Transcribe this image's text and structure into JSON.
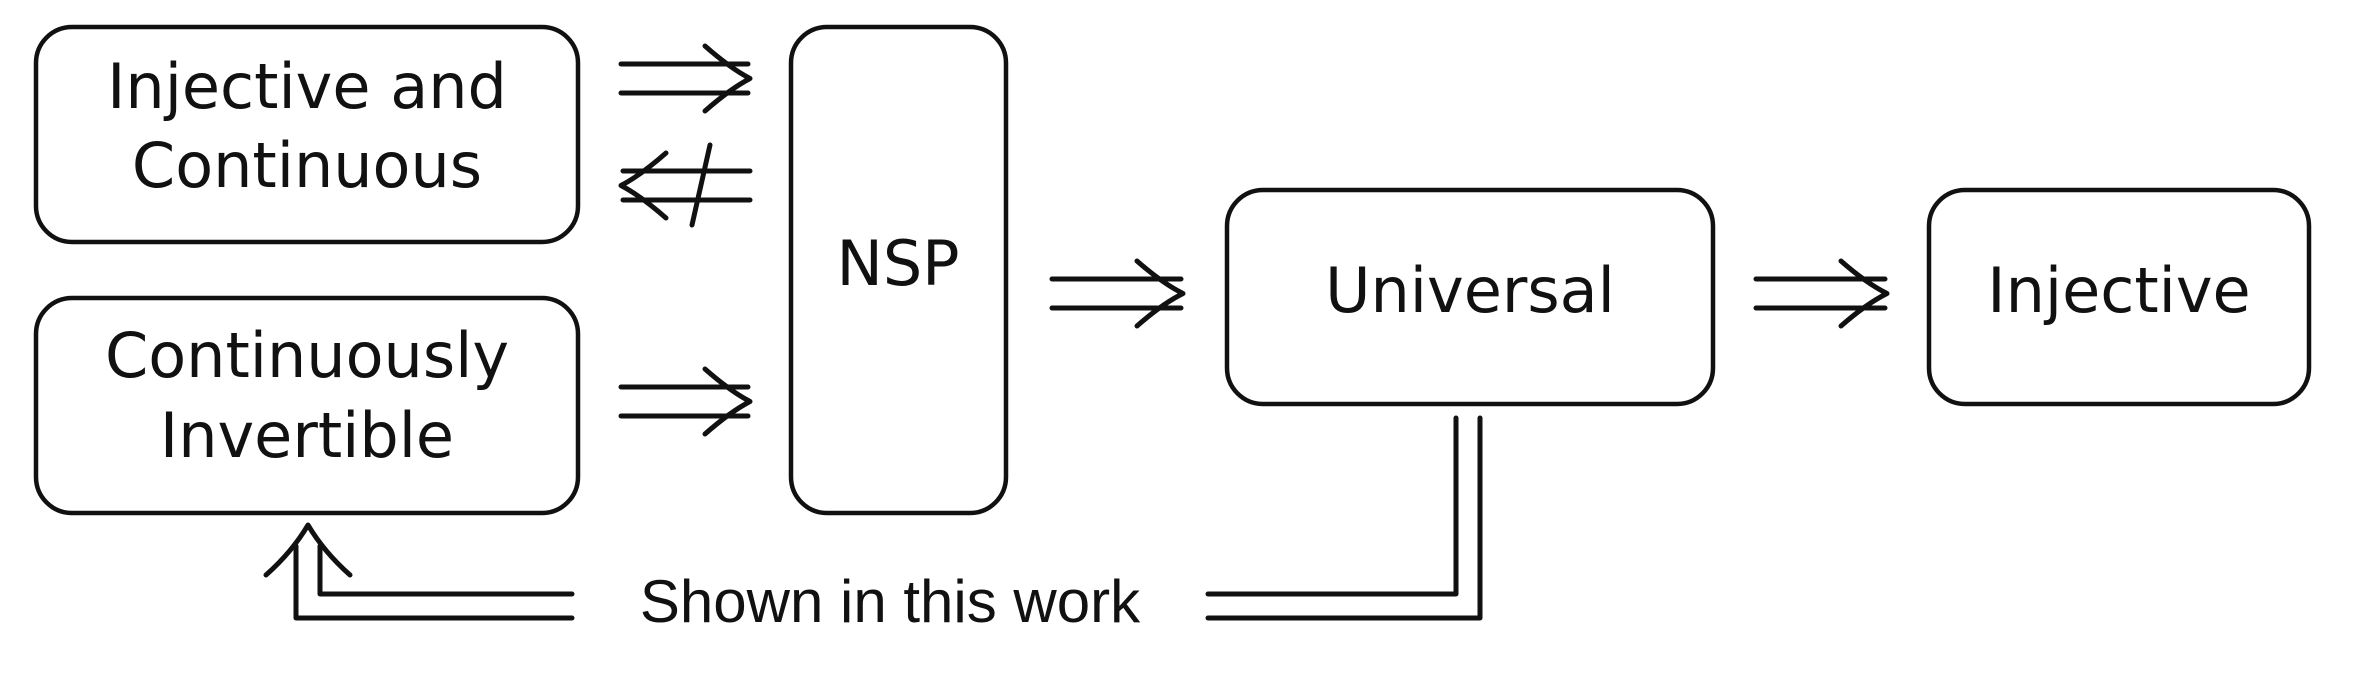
{
  "nodes": {
    "injective_continuous": {
      "line1": "Injective and",
      "line2": "Continuous"
    },
    "continuously_invertible": {
      "line1": "Continuously",
      "line2": "Invertible"
    },
    "nsp": {
      "label": "NSP"
    },
    "universal": {
      "label": "Universal"
    },
    "injective": {
      "label": "Injective"
    }
  },
  "edges": [
    {
      "from": "Injective and Continuous",
      "to": "NSP",
      "relation": "implies"
    },
    {
      "from": "NSP",
      "to": "Injective and Continuous",
      "relation": "does not imply"
    },
    {
      "from": "Continuously Invertible",
      "to": "NSP",
      "relation": "implies"
    },
    {
      "from": "NSP",
      "to": "Universal",
      "relation": "implies"
    },
    {
      "from": "Universal",
      "to": "Injective",
      "relation": "implies"
    },
    {
      "from": "Universal",
      "to": "Continuously Invertible",
      "relation": "implies"
    }
  ],
  "annotation": {
    "shown_in_this_work": "Shown in this work"
  }
}
